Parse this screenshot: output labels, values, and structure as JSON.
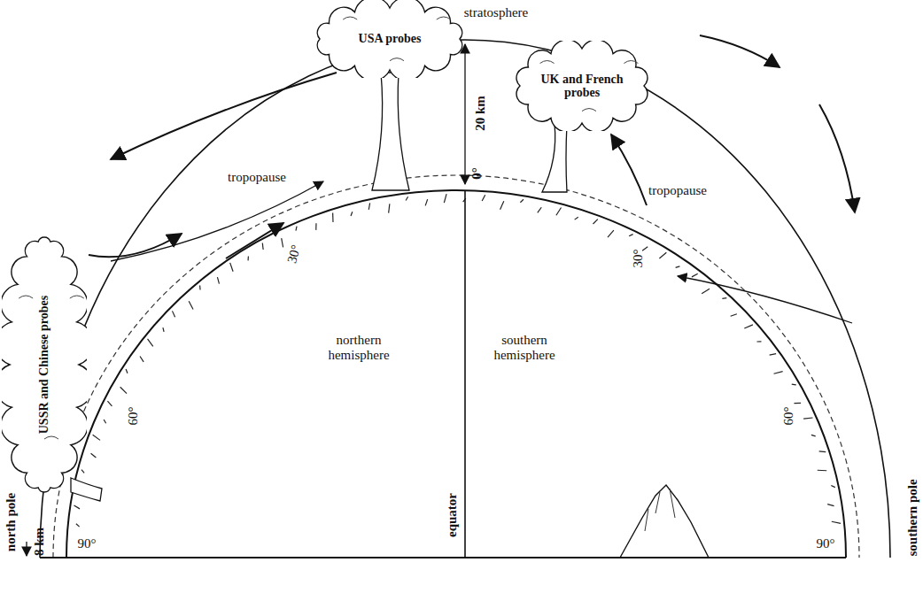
{
  "diagram": {
    "nodes": [
      {
        "text": [
          "USA probes"
        ]
      },
      {
        "text": [
          "UK and French probes"
        ]
      },
      {
        "text": [
          "USSR and Chinese probes"
        ]
      }
    ],
    "labels": [
      "stratosphere",
      "20 km",
      "tropopause",
      "tropopause",
      "0°",
      "30°",
      "30°",
      "60°",
      "60°",
      "90°",
      "90°",
      "northern hemisphere",
      "southern hemisphere",
      "equator",
      "north pole",
      "8 km",
      "southern pole"
    ]
  }
}
